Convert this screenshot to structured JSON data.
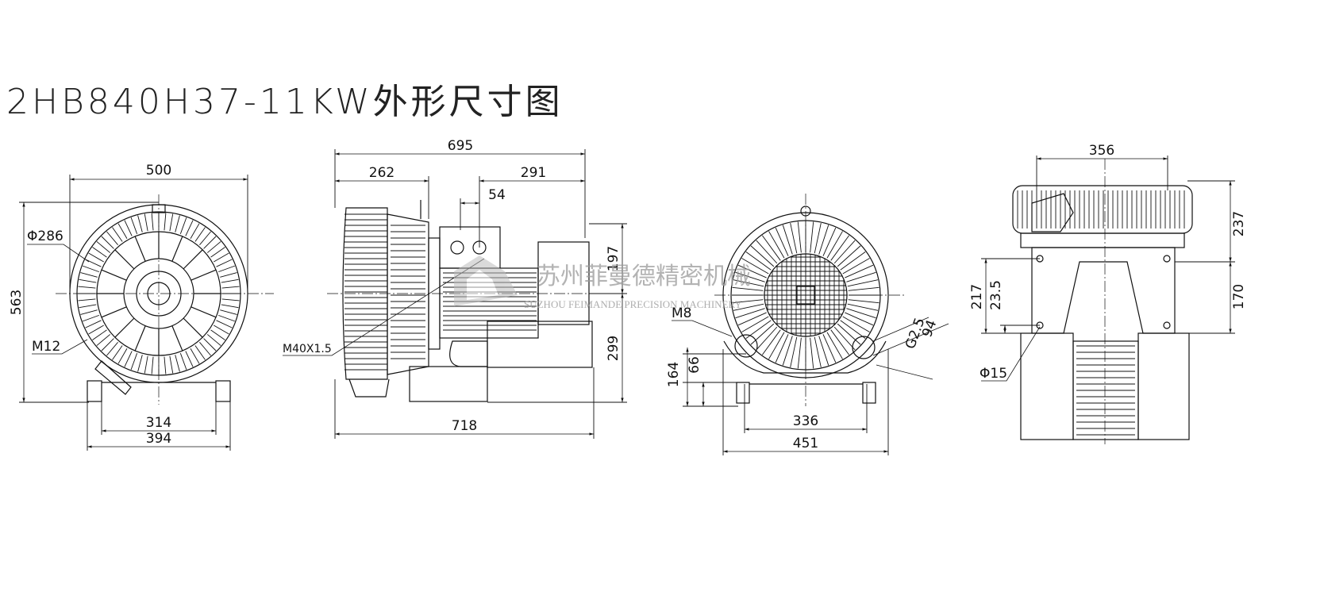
{
  "title": "2HB840H37-11KW外形尺寸图",
  "watermark": {
    "company_cn": "苏州菲曼德精密机械",
    "company_en": "SUZHOU FEIMANDE PRECISION MACHINERY"
  },
  "front_view": {
    "width": "500",
    "height": "563",
    "diameter": "Φ286",
    "bolt": "M12",
    "base_inner": "314",
    "base_outer": "394"
  },
  "side_view": {
    "overall": "695",
    "left_part": "262",
    "right_part": "291",
    "flange": "54",
    "height_upper": "197",
    "height_lower": "299",
    "base_length": "718",
    "thread": "M40X1.5"
  },
  "rear_view": {
    "bolt": "M8",
    "port": "G2.5",
    "port_offset": "94",
    "height_1": "164",
    "height_2": "66",
    "base_inner": "336",
    "base_outer": "451"
  },
  "top_view": {
    "width": "356",
    "height_top": "237",
    "height_mid": "217",
    "offset": "23.5",
    "height_right": "170",
    "hole": "Φ15"
  }
}
